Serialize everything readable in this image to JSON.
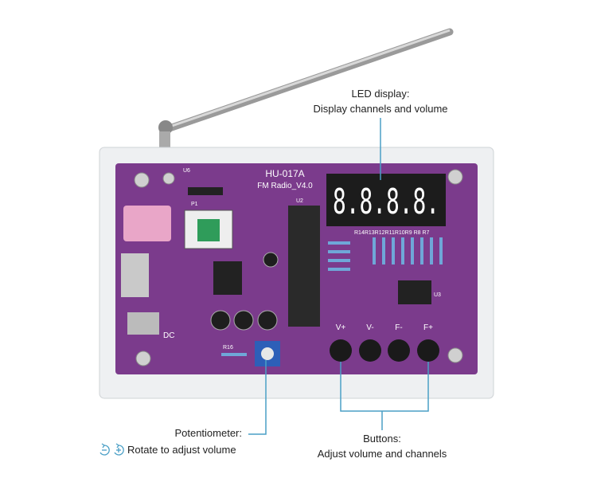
{
  "board": {
    "model": "HU-017A",
    "version": "FM Radio_V4.0",
    "chip_label": "U2",
    "chip2_label": "U3",
    "header_label": "P1",
    "header_pins": "U6",
    "dc_label": "DC",
    "buttons": [
      "V+",
      "V-",
      "F-",
      "F+"
    ],
    "display_digits": "8.8.8.8.",
    "resistor_labels": "R14R13R12R11R10R9 R8 R7",
    "pot_label": "R16"
  },
  "callouts": {
    "led": {
      "title": "LED display:",
      "desc": "Display channels and volume"
    },
    "pot": {
      "title": "Potentiometer:",
      "desc": "Rotate to adjust volume",
      "icons": [
        "rotate-minus-icon",
        "rotate-plus-icon"
      ]
    },
    "buttons": {
      "title": "Buttons:",
      "desc": "Adjust volume and channels"
    }
  },
  "colors": {
    "pcb": "#7b3b8c",
    "callout_line": "#4a9fc6",
    "display": "#1c1c1c"
  }
}
